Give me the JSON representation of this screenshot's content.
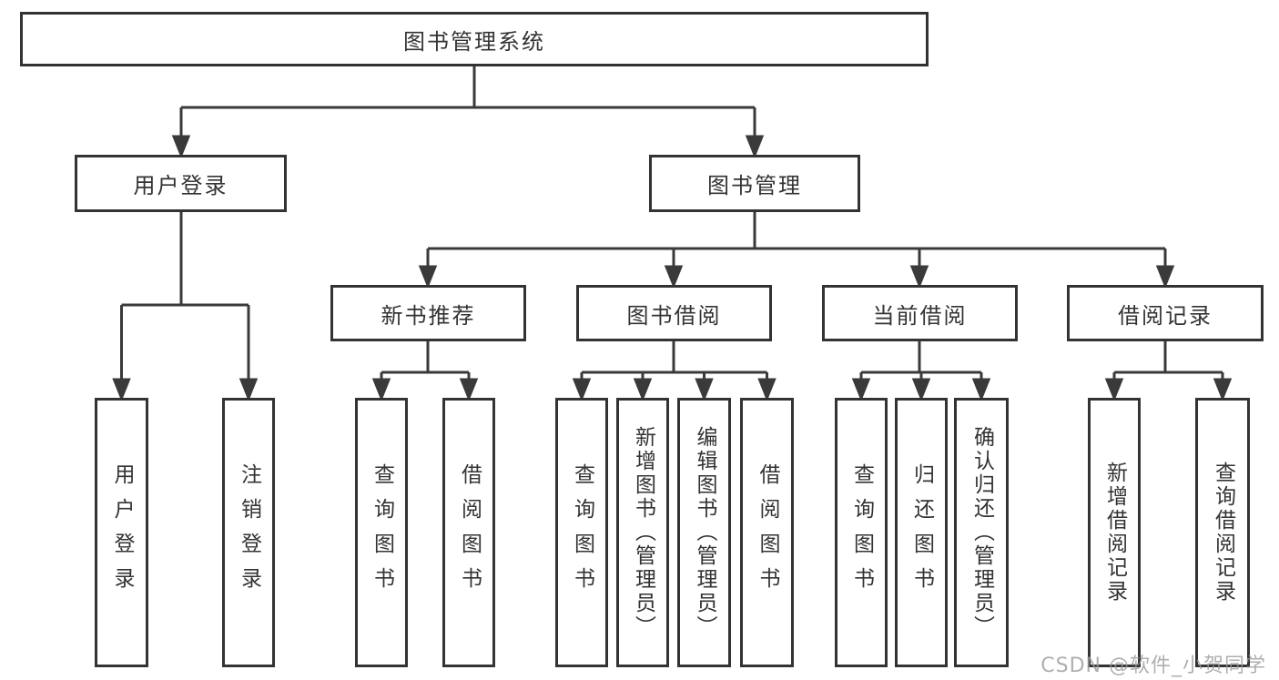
{
  "diagram": {
    "title": "图书管理系统",
    "root": {
      "label": "图书管理系统"
    },
    "level2": [
      {
        "label": "用户登录",
        "parent": "图书管理系统"
      },
      {
        "label": "图书管理",
        "parent": "图书管理系统"
      }
    ],
    "level3": [
      {
        "label": "新书推荐",
        "parent": "图书管理"
      },
      {
        "label": "图书借阅",
        "parent": "图书管理"
      },
      {
        "label": "当前借阅",
        "parent": "图书管理"
      },
      {
        "label": "借阅记录",
        "parent": "图书管理"
      }
    ],
    "leaves": [
      {
        "label": "用户登录",
        "parent": "用户登录"
      },
      {
        "label": "注销登录",
        "parent": "用户登录"
      },
      {
        "label": "查询图书",
        "parent": "新书推荐"
      },
      {
        "label": "借阅图书",
        "parent": "新书推荐"
      },
      {
        "label": "查询图书",
        "parent": "图书借阅"
      },
      {
        "label": "新增图书（管理员）",
        "parent": "图书借阅"
      },
      {
        "label": "编辑图书（管理员）",
        "parent": "图书借阅"
      },
      {
        "label": "借阅图书",
        "parent": "图书借阅"
      },
      {
        "label": "查询图书",
        "parent": "当前借阅"
      },
      {
        "label": "归还图书",
        "parent": "当前借阅"
      },
      {
        "label": "确认归还（管理员）",
        "parent": "当前借阅"
      },
      {
        "label": "新增借阅记录",
        "parent": "借阅记录"
      },
      {
        "label": "查询借阅记录",
        "parent": "借阅记录"
      }
    ]
  },
  "watermark": {
    "text": "CSDN @软件_小贺同学"
  },
  "colors": {
    "line": "#3a3a3a",
    "box_border": "#333333",
    "text": "#333333",
    "background": "#ffffff",
    "watermark": "#9b9b9b"
  }
}
